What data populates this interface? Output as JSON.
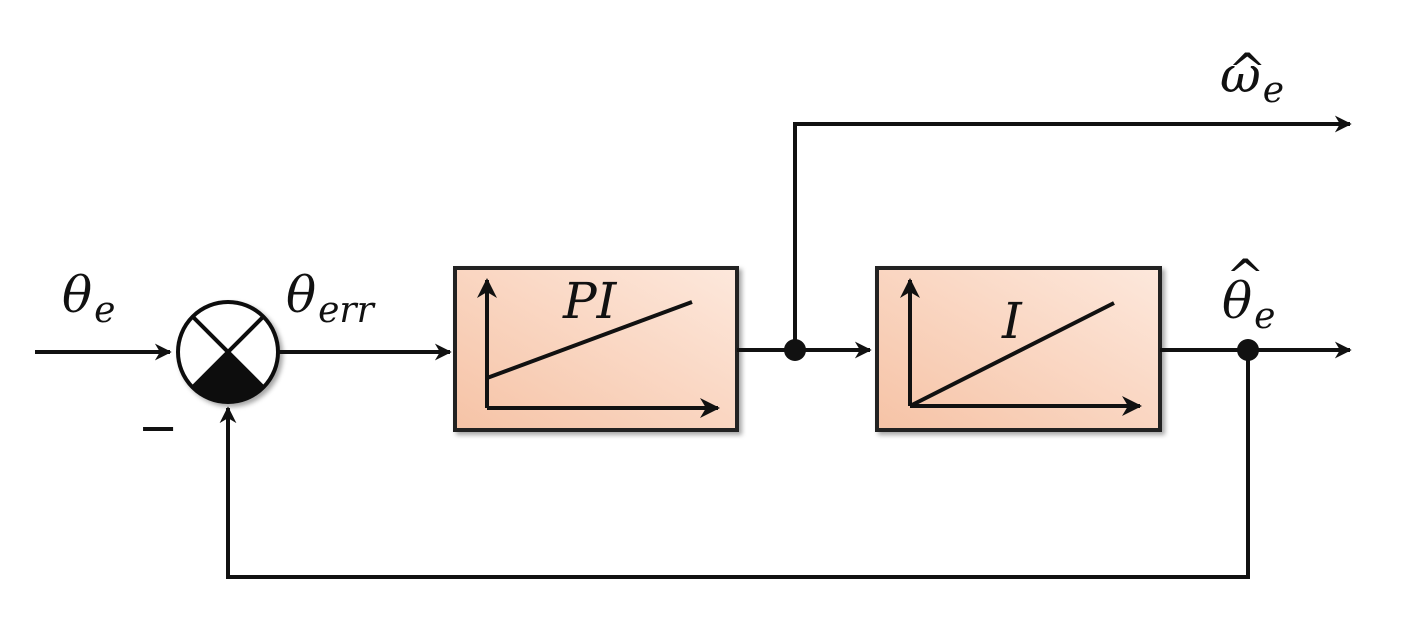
{
  "signals": {
    "input": {
      "main": "θ",
      "sub": "e"
    },
    "error": {
      "main": "θ",
      "sub": "err"
    },
    "speed_estimate": {
      "main": "ω",
      "sub": "e",
      "hat": "^"
    },
    "angle_estimate": {
      "main": "θ",
      "sub": "e",
      "hat": "^"
    }
  },
  "blocks": {
    "pi": {
      "label": "PI"
    },
    "integrator": {
      "label": "I"
    }
  },
  "summing_junction": {
    "feedback_sign": "−"
  },
  "colors": {
    "block_fill_light": "#fde8dc",
    "block_fill_dark": "#f6c3a6",
    "block_border": "#222222",
    "line": "#111111"
  }
}
